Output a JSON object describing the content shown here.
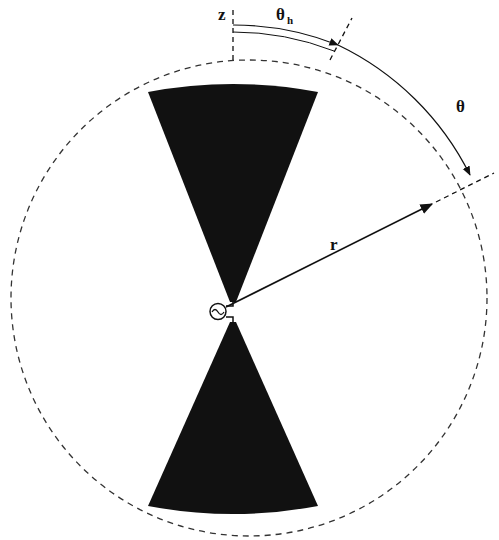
{
  "diagram": {
    "labels": [
      "z",
      "θ",
      "h",
      "θ",
      "r"
    ]
  }
}
